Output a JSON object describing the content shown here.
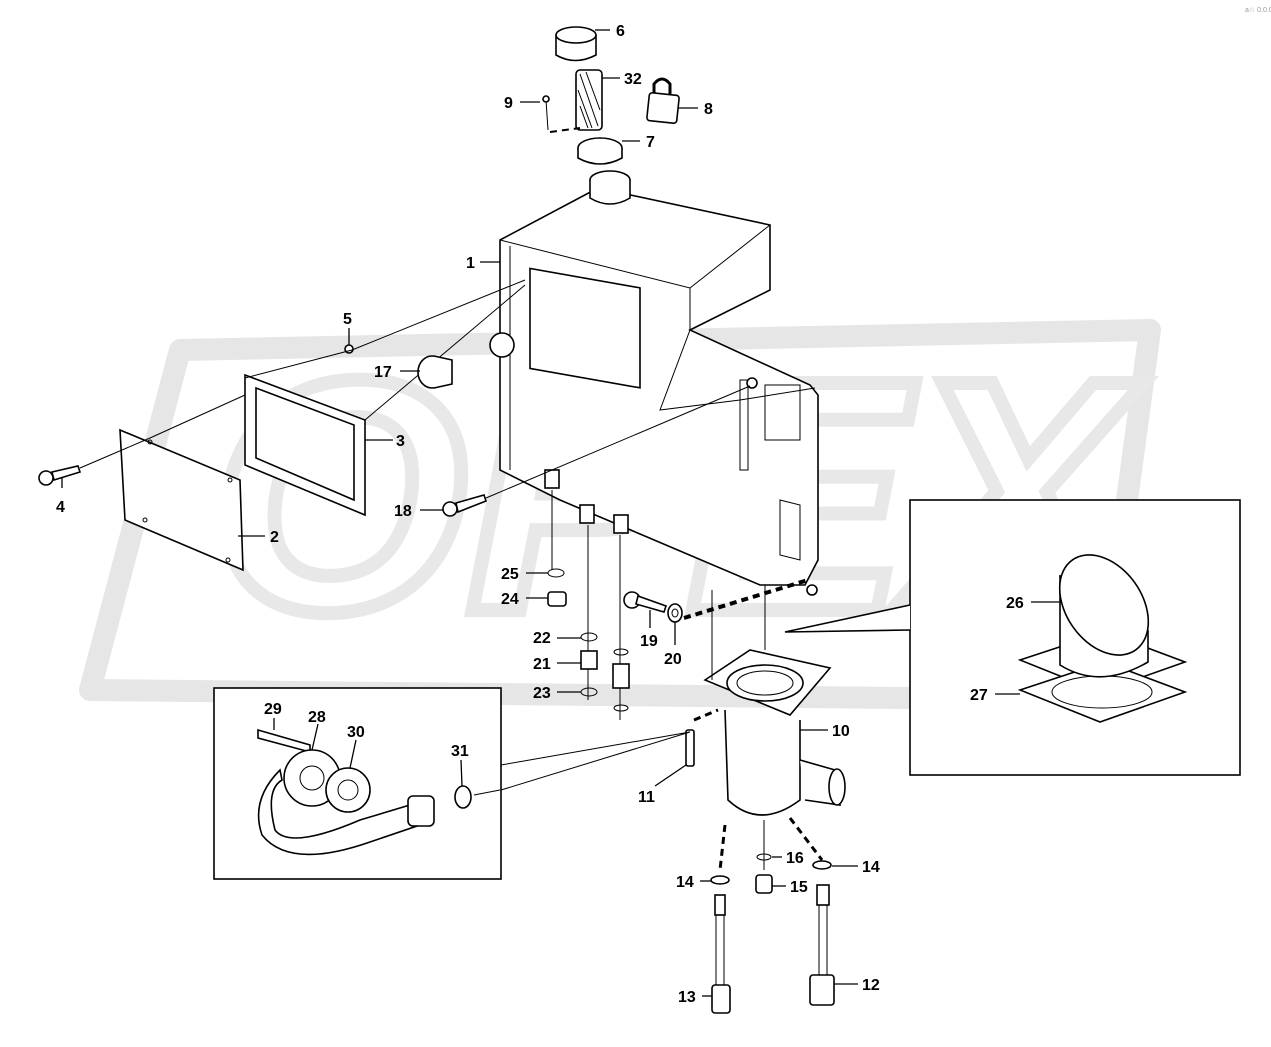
{
  "diagram": {
    "watermark_text": "OPEX",
    "corner_mark": "a☆ 0.0.0",
    "labels": [
      {
        "id": "1",
        "text": "1"
      },
      {
        "id": "2",
        "text": "2"
      },
      {
        "id": "3",
        "text": "3"
      },
      {
        "id": "4",
        "text": "4"
      },
      {
        "id": "5",
        "text": "5"
      },
      {
        "id": "6",
        "text": "6"
      },
      {
        "id": "7",
        "text": "7"
      },
      {
        "id": "8",
        "text": "8"
      },
      {
        "id": "9",
        "text": "9"
      },
      {
        "id": "10",
        "text": "10"
      },
      {
        "id": "11",
        "text": "11"
      },
      {
        "id": "12",
        "text": "12"
      },
      {
        "id": "13",
        "text": "13"
      },
      {
        "id": "14a",
        "text": "14"
      },
      {
        "id": "14b",
        "text": "14"
      },
      {
        "id": "15",
        "text": "15"
      },
      {
        "id": "16",
        "text": "16"
      },
      {
        "id": "17",
        "text": "17"
      },
      {
        "id": "18",
        "text": "18"
      },
      {
        "id": "19",
        "text": "19"
      },
      {
        "id": "20",
        "text": "20"
      },
      {
        "id": "21",
        "text": "21"
      },
      {
        "id": "22",
        "text": "22"
      },
      {
        "id": "23",
        "text": "23"
      },
      {
        "id": "24",
        "text": "24"
      },
      {
        "id": "25",
        "text": "25"
      },
      {
        "id": "26",
        "text": "26"
      },
      {
        "id": "27",
        "text": "27"
      },
      {
        "id": "28",
        "text": "28"
      },
      {
        "id": "29",
        "text": "29"
      },
      {
        "id": "30",
        "text": "30"
      },
      {
        "id": "31",
        "text": "31"
      },
      {
        "id": "32",
        "text": "32"
      }
    ]
  }
}
